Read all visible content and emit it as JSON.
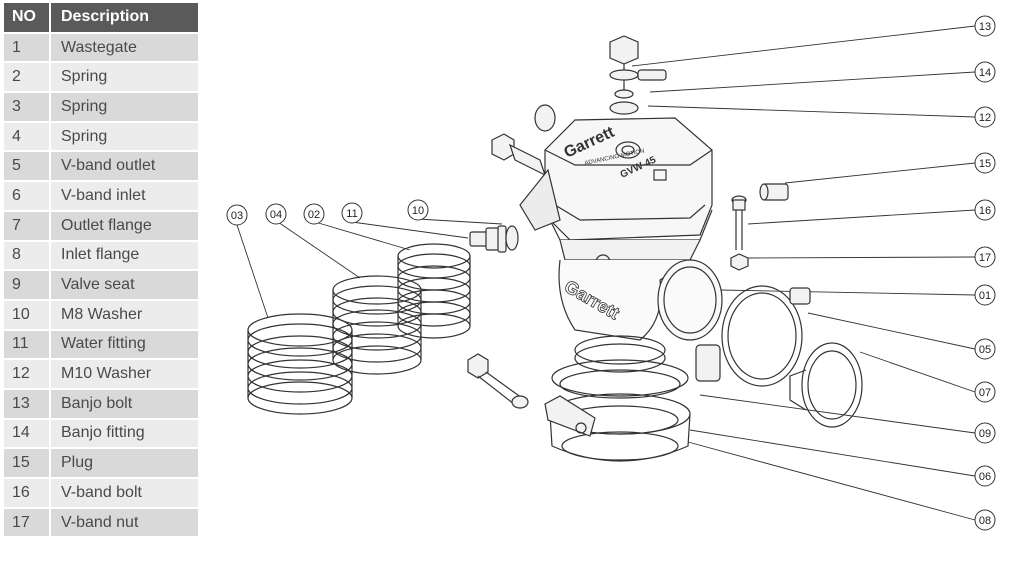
{
  "table": {
    "header": {
      "no": "NO",
      "description": "Description"
    },
    "rows": [
      {
        "no": "1",
        "description": "Wastegate"
      },
      {
        "no": "2",
        "description": "Spring"
      },
      {
        "no": "3",
        "description": "Spring"
      },
      {
        "no": "4",
        "description": "Spring"
      },
      {
        "no": "5",
        "description": "V-band outlet"
      },
      {
        "no": "6",
        "description": "V-band inlet"
      },
      {
        "no": "7",
        "description": "Outlet flange"
      },
      {
        "no": "8",
        "description": "Inlet flange"
      },
      {
        "no": "9",
        "description": "Valve seat"
      },
      {
        "no": "10",
        "description": "M8 Washer"
      },
      {
        "no": "11",
        "description": "Water fitting"
      },
      {
        "no": "12",
        "description": "M10 Washer"
      },
      {
        "no": "13",
        "description": "Banjo bolt"
      },
      {
        "no": "14",
        "description": "Banjo fitting"
      },
      {
        "no": "15",
        "description": "Plug"
      },
      {
        "no": "16",
        "description": "V-band bolt"
      },
      {
        "no": "17",
        "description": "V-band nut"
      }
    ]
  },
  "diagram": {
    "brand_text": "Garrett",
    "tagline": "ADVANCING MOTION",
    "model_text": "GVW-45",
    "callouts": {
      "c13": "13",
      "c14": "14",
      "c12": "12",
      "c15": "15",
      "c16": "16",
      "c17": "17",
      "c01": "01",
      "c05": "05",
      "c07": "07",
      "c09": "09",
      "c06": "06",
      "c08": "08",
      "c03": "03",
      "c04": "04",
      "c02": "02",
      "c11": "11",
      "c10": "10"
    }
  }
}
